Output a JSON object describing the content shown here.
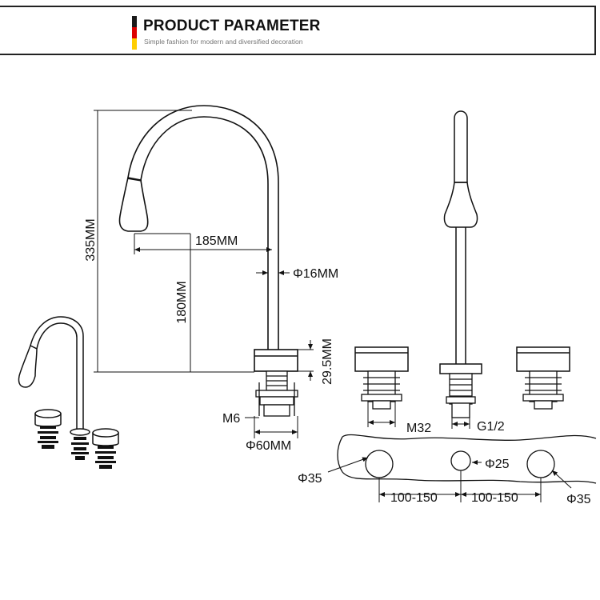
{
  "header": {
    "title": "PRODUCT PARAMETER",
    "subtitle": "Simple fashion for modern and diversified decoration",
    "flag_colors": [
      "#1a1a1a",
      "#dd0000",
      "#ffce00"
    ]
  },
  "dimensions": {
    "height": "335MM",
    "reach": "185MM",
    "spout_height": "180MM",
    "spout_diameter": "Φ16MM",
    "base_height": "29.5MM",
    "thread_bolt": "M6",
    "base_diameter": "Φ60MM",
    "handle_thread": "M32",
    "inlet_thread": "G1/2",
    "hole_left": "Φ35",
    "hole_center": "Φ25",
    "hole_right": "Φ35",
    "spacing_left": "100-150",
    "spacing_right": "100-150"
  }
}
